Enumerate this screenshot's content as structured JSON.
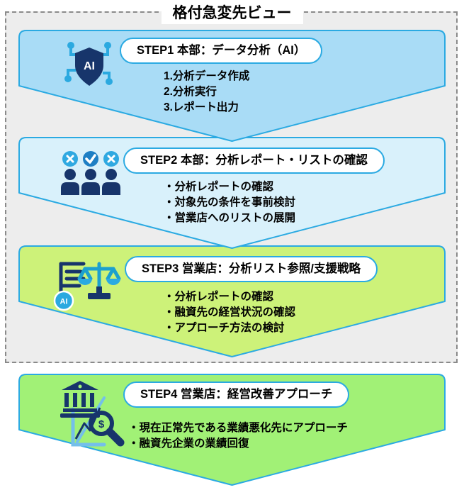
{
  "title": "格付急変先ビュー",
  "colors": {
    "accent_blue": "#2BAAE2",
    "panel_bg": "#EDEDED",
    "panel_border": "#8A8A8A",
    "icon_navy": "#17356B",
    "icon_cyan": "#2BA9E0",
    "step1_fill": "#A9DCF6",
    "step2_fill": "#D9F1FB",
    "step3_fill": "#CDF279",
    "step4_fill": "#A1F176"
  },
  "steps": [
    {
      "pill": "STEP1 本部：データ分析（AI）",
      "icon": "ai-shield-icon",
      "fill": "#A9DCF6",
      "items": [
        "1.分析データ作成",
        "2.分析実行",
        "3.レポート出力"
      ]
    },
    {
      "pill": "STEP2 本部：分析レポート・リストの確認",
      "icon": "team-review-icon",
      "fill": "#D9F1FB",
      "items": [
        "・分析レポートの確認",
        "・対象先の条件を事前検討",
        "・営業店へのリストの展開"
      ]
    },
    {
      "pill": "STEP3 営業店：分析リスト参照/支援戦略",
      "icon": "scales-ai-icon",
      "fill": "#CDF279",
      "items": [
        "・分析レポートの確認",
        "・融資先の経営状況の確認",
        "・アプローチ方法の検討"
      ]
    },
    {
      "pill": "STEP4 営業店：経営改善アプローチ",
      "icon": "bank-analysis-icon",
      "fill": "#A1F176",
      "items": [
        "・現在正常先である業績悪化先にアプローチ",
        "・融資先企業の業績回復"
      ]
    }
  ]
}
